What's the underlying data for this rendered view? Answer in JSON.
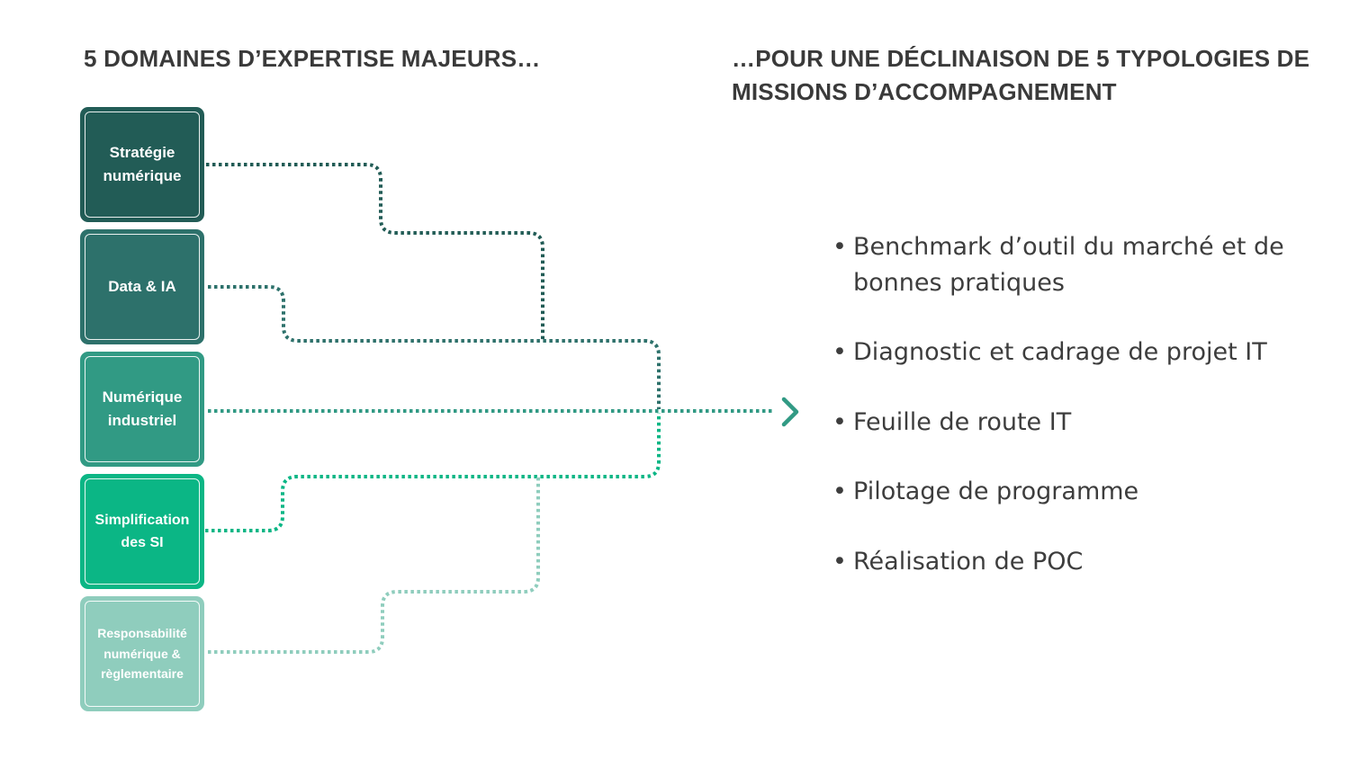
{
  "headings": {
    "left": "5 DOMAINES D’EXPERTISE MAJEURS…",
    "right": "…POUR UNE DÉCLINAISON DE 5 TYPOLOGIES DE MISSIONS D’ACCOMPAGNEMENT"
  },
  "domains": [
    {
      "label": "Stratégie\nnumérique",
      "color": "#225c56"
    },
    {
      "label": "Data & IA",
      "color": "#2d716b"
    },
    {
      "label": "Numérique\nindustriel",
      "color": "#319a84"
    },
    {
      "label": "Simplification\ndes SI",
      "color": "#0bb685"
    },
    {
      "label": "Responsabilité\nnumérique &\nrèglementaire",
      "color": "#8fcdbd"
    }
  ],
  "missions": [
    "Benchmark d’outil du marché et de bonnes pratiques",
    "Diagnostic et cadrage de projet IT",
    "Feuille de route IT",
    "Pilotage de programme",
    "Réalisation de POC"
  ],
  "icons": {
    "bullet": "•",
    "arrow": "chevron-right-icon"
  },
  "colors": {
    "arrow": "#319a84",
    "text": "#3d3d3d"
  }
}
